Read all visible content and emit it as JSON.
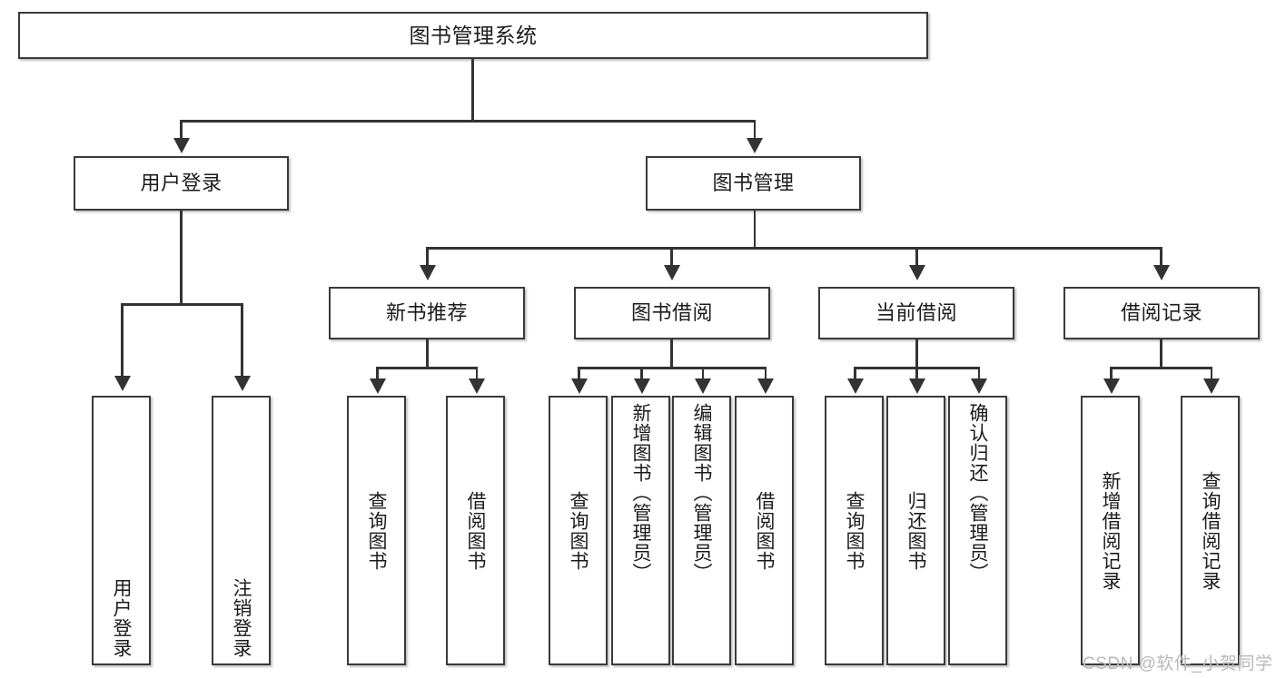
{
  "diagram": {
    "type": "hierarchy-tree",
    "root": {
      "id": "root",
      "label": "图书管理系统"
    },
    "level1": [
      {
        "id": "user-login",
        "label": "用户登录"
      },
      {
        "id": "book-management",
        "label": "图书管理"
      }
    ],
    "level2": [
      {
        "id": "new-book-recommend",
        "label": "新书推荐",
        "parent": "book-management"
      },
      {
        "id": "book-borrow",
        "label": "图书借阅",
        "parent": "book-management"
      },
      {
        "id": "current-borrow",
        "label": "当前借阅",
        "parent": "book-management"
      },
      {
        "id": "borrow-record",
        "label": "借阅记录",
        "parent": "book-management"
      }
    ],
    "leaves": {
      "user_login": [
        {
          "id": "leaf-user-login",
          "label": "用户登录"
        },
        {
          "id": "leaf-logout-login",
          "label": "注销登录"
        }
      ],
      "new_book_recommend": [
        {
          "id": "leaf-query-book-1",
          "label": "查询图书"
        },
        {
          "id": "leaf-borrow-book-1",
          "label": "借阅图书"
        }
      ],
      "book_borrow": [
        {
          "id": "leaf-query-book-2",
          "label": "查询图书"
        },
        {
          "id": "leaf-add-book",
          "label": "新增图书（管理员）"
        },
        {
          "id": "leaf-edit-book",
          "label": "编辑图书（管理员）"
        },
        {
          "id": "leaf-borrow-book-2",
          "label": "借阅图书"
        }
      ],
      "current_borrow": [
        {
          "id": "leaf-query-book-3",
          "label": "查询图书"
        },
        {
          "id": "leaf-return-book",
          "label": "归还图书"
        },
        {
          "id": "leaf-confirm-return",
          "label": "确认归还（管理员）"
        }
      ],
      "borrow_record": [
        {
          "id": "leaf-add-record",
          "label": "新增借阅记录"
        },
        {
          "id": "leaf-query-record",
          "label": "查询借阅记录"
        }
      ]
    }
  },
  "watermark": {
    "text": "CSDN @软件_小贺同学"
  },
  "colors": {
    "stroke": "#3a3a3a",
    "connector": "#333333",
    "background": "#ffffff",
    "text": "#1b1b1b",
    "watermark": "#b9b9b9"
  }
}
